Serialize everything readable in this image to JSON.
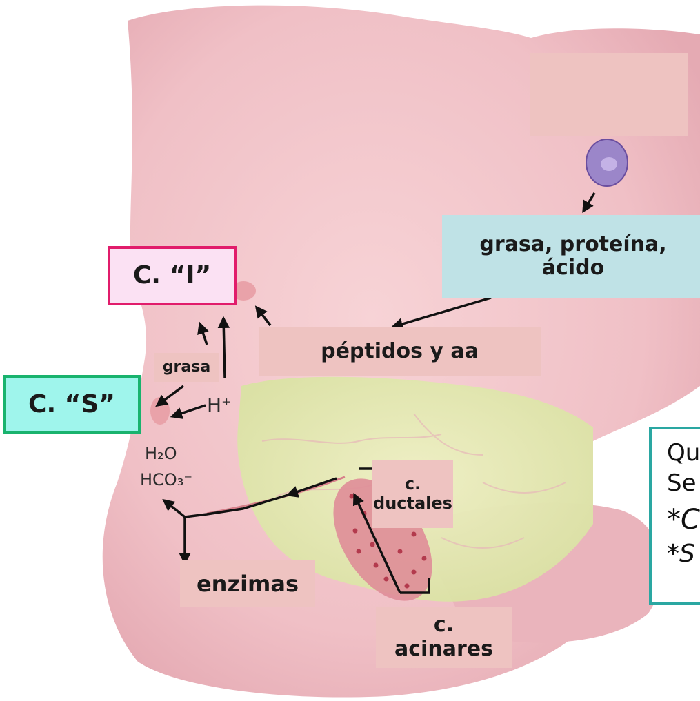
{
  "colors": {
    "organ": "#f3c8cd",
    "pancreas": "#e6ebb4",
    "arrow": "#111111",
    "cell_i_border": "#e11c6b",
    "cell_s_border": "#19b36e",
    "note_border": "#2aa7a2"
  },
  "labels": {
    "cell_i": "C. “I”",
    "cell_s": "C. “S”",
    "grasa_proteina": "grasa, proteína,",
    "acido": "ácido",
    "peptidos": "péptidos y aa",
    "grasa": "grasa",
    "enzimas": "enzimas",
    "ductales_c": "c.",
    "ductales": "ductales",
    "acinares_c": "c.",
    "acinares": "acinares"
  },
  "chemistry": {
    "h_plus": "H⁺",
    "water": "H₂O",
    "bicarbonate": "HCO₃⁻"
  },
  "note": {
    "line1": "Qu",
    "line2": "Se",
    "line3": "*C",
    "line4": "*S"
  }
}
